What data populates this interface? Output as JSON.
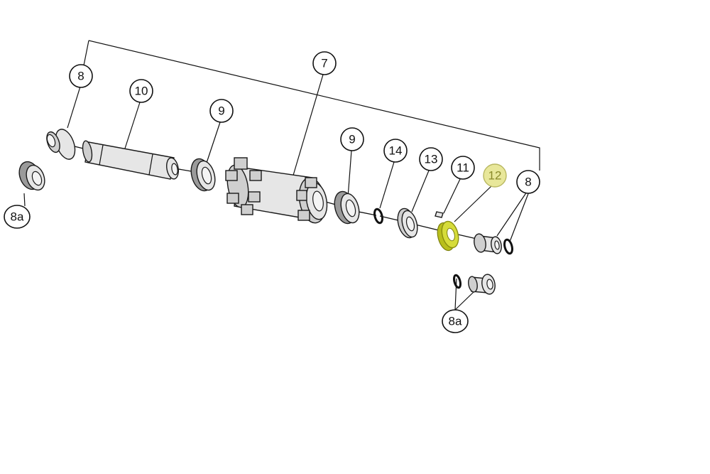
{
  "diagram": {
    "highlight_color": "#e8e79a",
    "highlight_part_color": "#d6dc3a",
    "callouts": [
      {
        "id": "c8_left",
        "label": "8"
      },
      {
        "id": "c10",
        "label": "10"
      },
      {
        "id": "c9_left",
        "label": "9"
      },
      {
        "id": "c7",
        "label": "7"
      },
      {
        "id": "c9_right",
        "label": "9"
      },
      {
        "id": "c14",
        "label": "14"
      },
      {
        "id": "c13",
        "label": "13"
      },
      {
        "id": "c11",
        "label": "11"
      },
      {
        "id": "c12",
        "label": "12"
      },
      {
        "id": "c8_right",
        "label": "8"
      },
      {
        "id": "c8a_left",
        "label": "8a"
      },
      {
        "id": "c8a_bottom",
        "label": "8a"
      }
    ]
  }
}
